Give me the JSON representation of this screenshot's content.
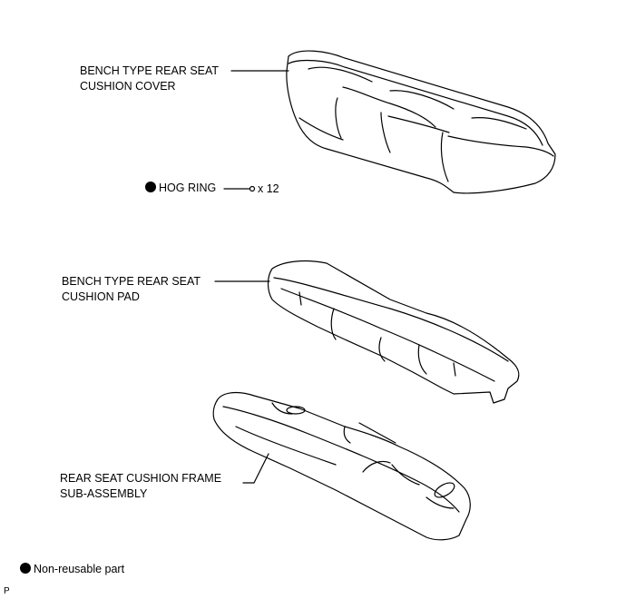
{
  "labels": {
    "cover_line1": "BENCH TYPE REAR SEAT",
    "cover_line2": "CUSHION COVER",
    "hog_ring": "HOG RING",
    "hog_ring_qty": "x 12",
    "pad_line1": "BENCH TYPE REAR SEAT",
    "pad_line2": "CUSHION PAD",
    "frame_line1": "REAR SEAT CUSHION FRAME",
    "frame_line2": "SUB-ASSEMBLY"
  },
  "legend": {
    "non_reusable": "Non-reusable part"
  },
  "footer": {
    "code": "P"
  }
}
